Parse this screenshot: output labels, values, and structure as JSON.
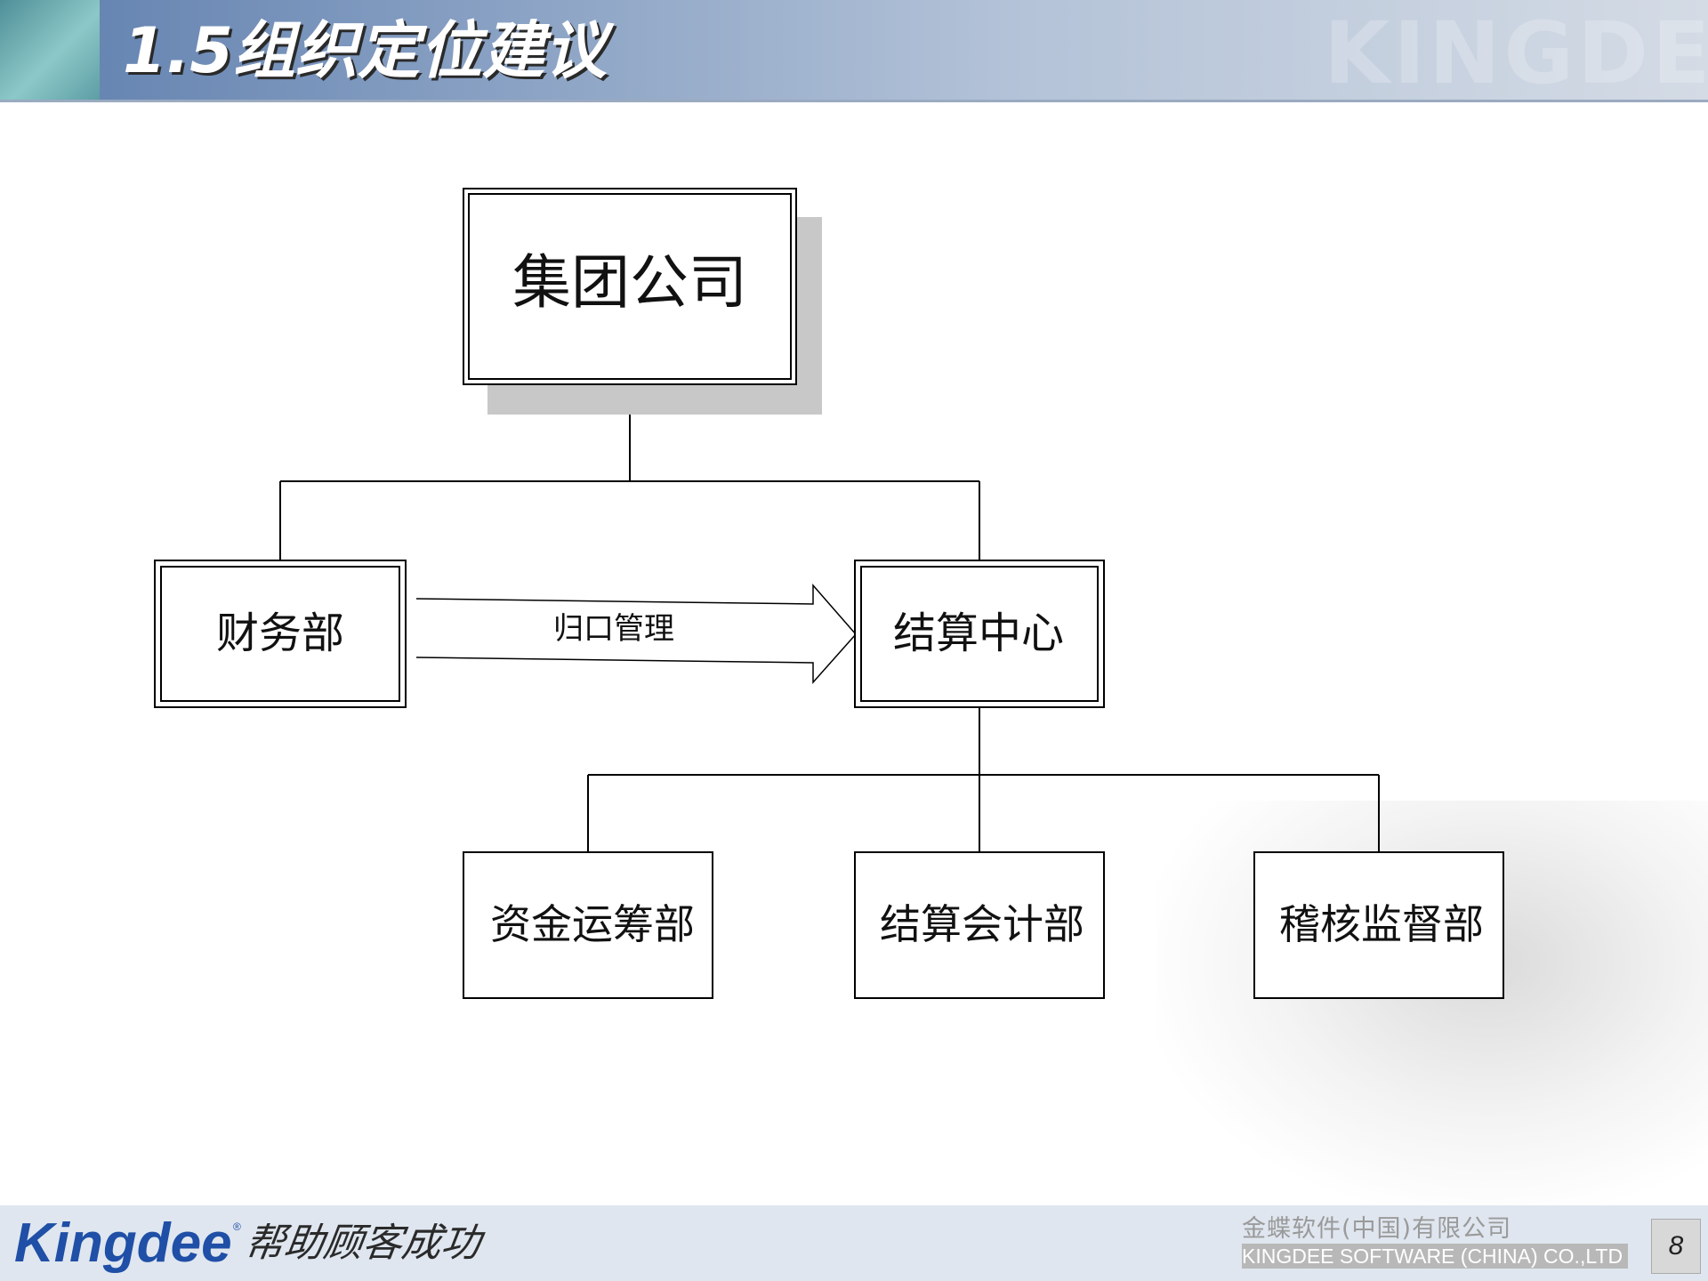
{
  "slide": {
    "title": "1.5组织定位建议",
    "page_number": "8"
  },
  "header": {
    "watermark_text": "KINGDEE"
  },
  "diagram": {
    "nodes": {
      "group": "集团公司",
      "finance": "财务部",
      "settlement_center": "结算中心",
      "fund_dept": "资金运筹部",
      "accounting_dept": "结算会计部",
      "audit_dept": "稽核监督部"
    },
    "arrow_label": "归口管理"
  },
  "footer": {
    "brand": "Kingdee",
    "brand_mark": "®",
    "slogan": "帮助顾客成功",
    "company_cn": "金蝶软件(中国)有限公司",
    "company_en": "KINGDEE SOFTWARE (CHINA) CO.,LTD"
  }
}
